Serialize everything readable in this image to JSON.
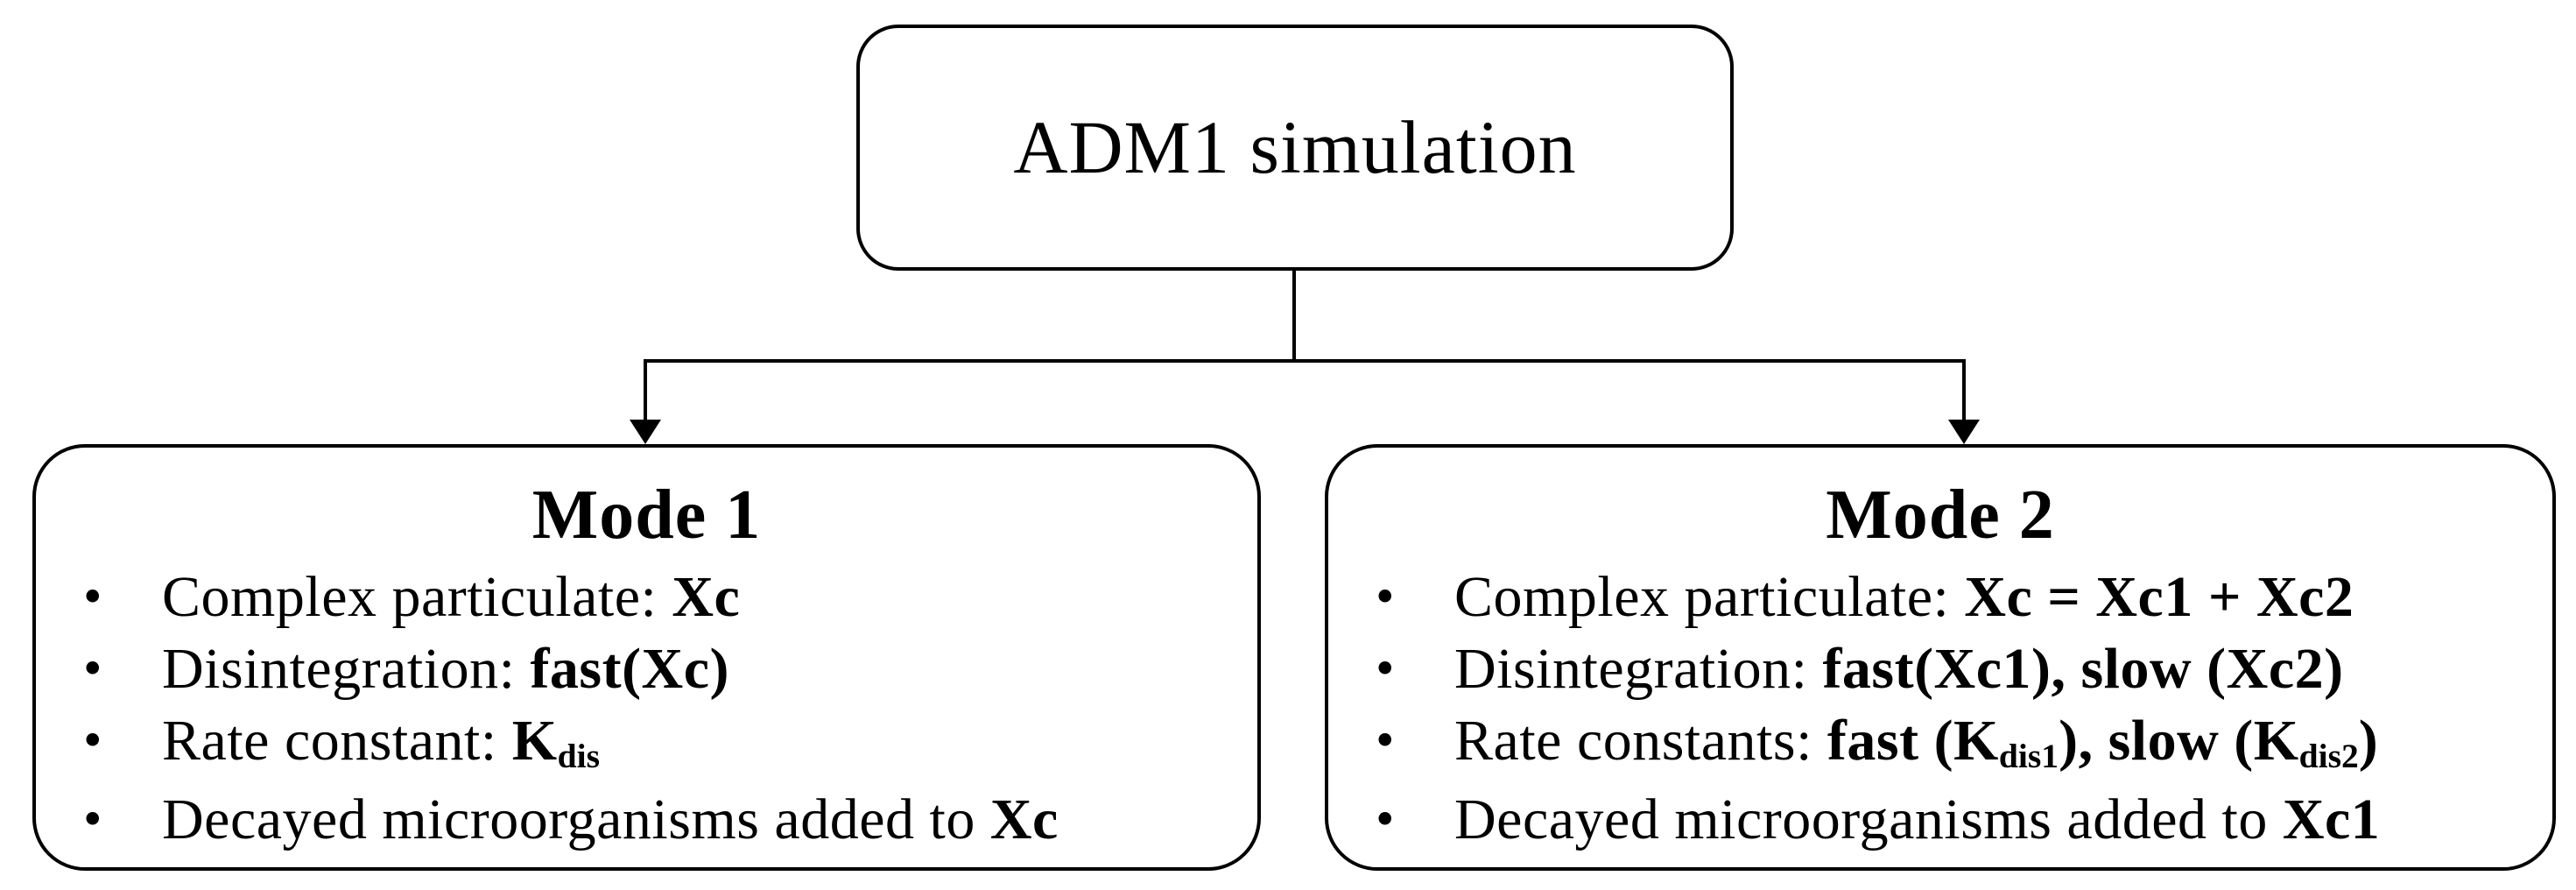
{
  "figure": {
    "root_box": {
      "label": "ADM1 simulation"
    },
    "bullet_char": "•",
    "branches": {
      "mode1": {
        "title": "Mode 1",
        "bullets": [
          {
            "segs": [
              "Complex particulate: ",
              "Xc"
            ]
          },
          {
            "segs": [
              "Disintegration: ",
              "fast(Xc)"
            ]
          },
          {
            "segs": [
              "Rate constant: ",
              "K",
              "dis"
            ]
          },
          {
            "segs": [
              "Decayed microorganisms added to ",
              "Xc"
            ]
          }
        ]
      },
      "mode2": {
        "title": "Mode 2",
        "bullets": [
          {
            "segs": [
              "Complex particulate: ",
              "Xc = Xc1 + Xc2"
            ]
          },
          {
            "segs": [
              "Disintegration: ",
              "fast(Xc1), slow (Xc2)"
            ]
          },
          {
            "segs": [
              "Rate constants: ",
              "fast (K",
              "dis1",
              "), slow (K",
              "dis2",
              ")"
            ]
          },
          {
            "segs": [
              "Decayed microorganisms added to ",
              "Xc1"
            ]
          }
        ]
      }
    },
    "colors": {
      "ink": "#000000",
      "background": "#ffffff"
    }
  }
}
